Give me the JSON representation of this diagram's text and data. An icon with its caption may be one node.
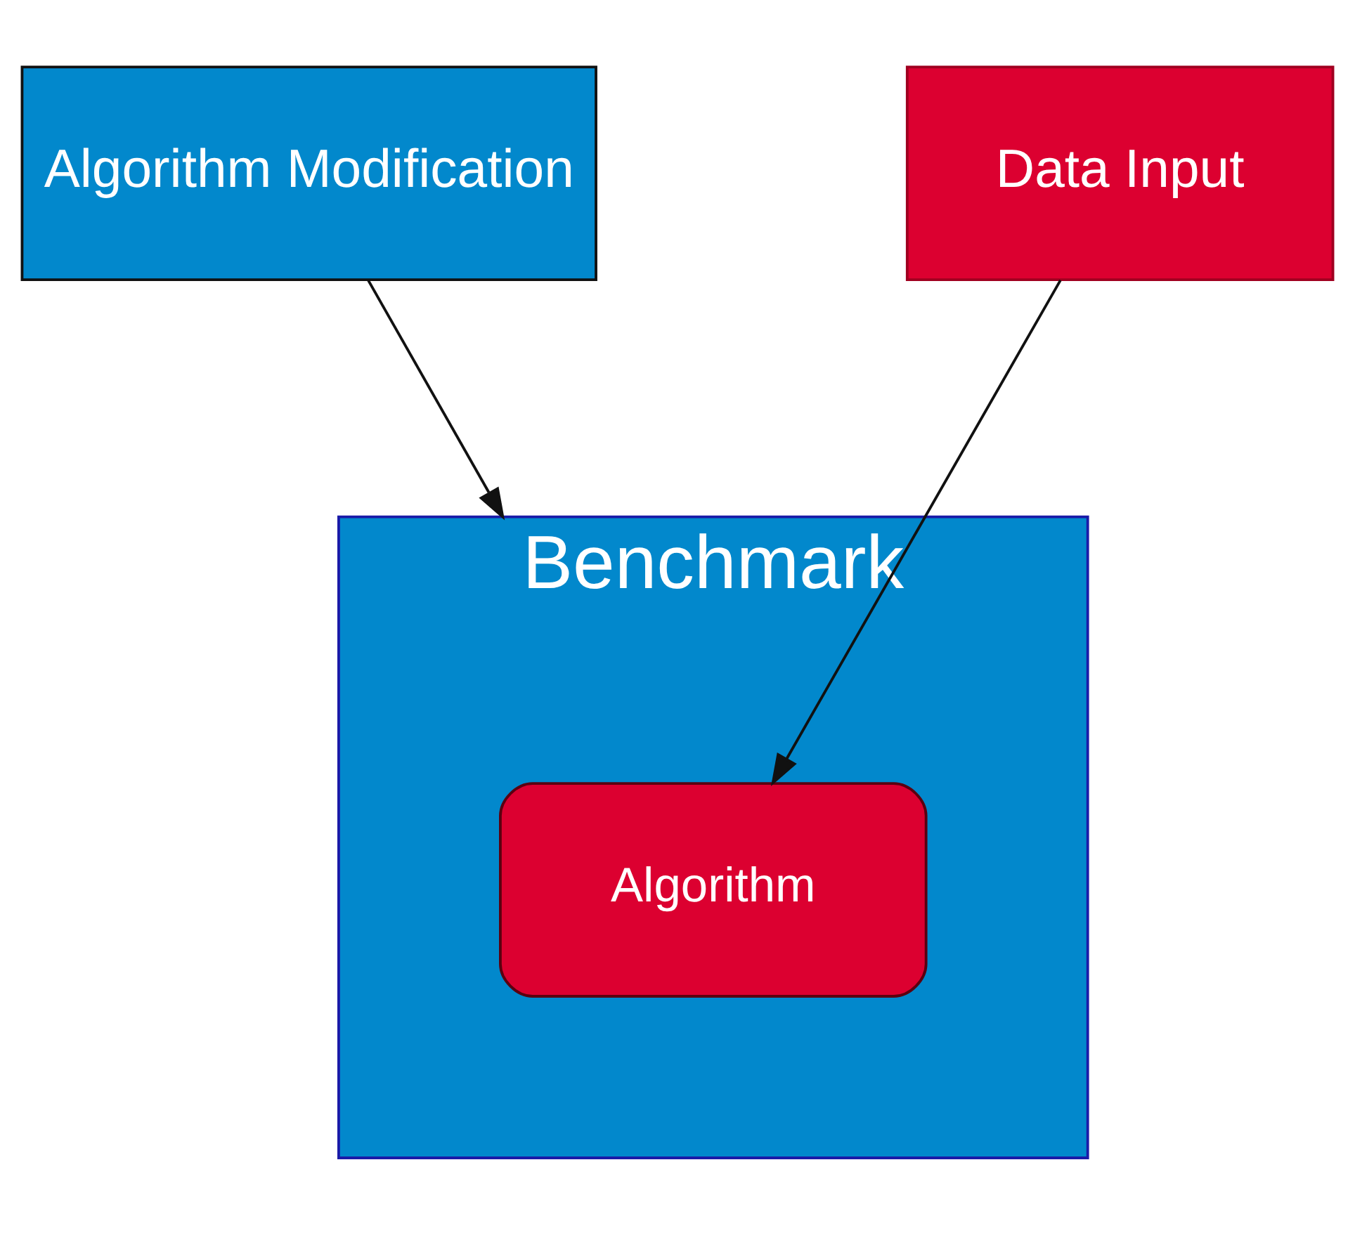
{
  "diagram": {
    "nodes": [
      {
        "text": [
          "Algorithm Modification"
        ]
      },
      {
        "text": [
          "Data Input"
        ]
      },
      {
        "text": [
          "Benchmark"
        ]
      },
      {
        "text": [
          "Algorithm"
        ],
        "in": 2
      }
    ],
    "edges": [
      {
        "from": 0,
        "to": 2,
        "arrow": "to"
      },
      {
        "from": 1,
        "to": 3,
        "arrow": "to"
      }
    ]
  }
}
